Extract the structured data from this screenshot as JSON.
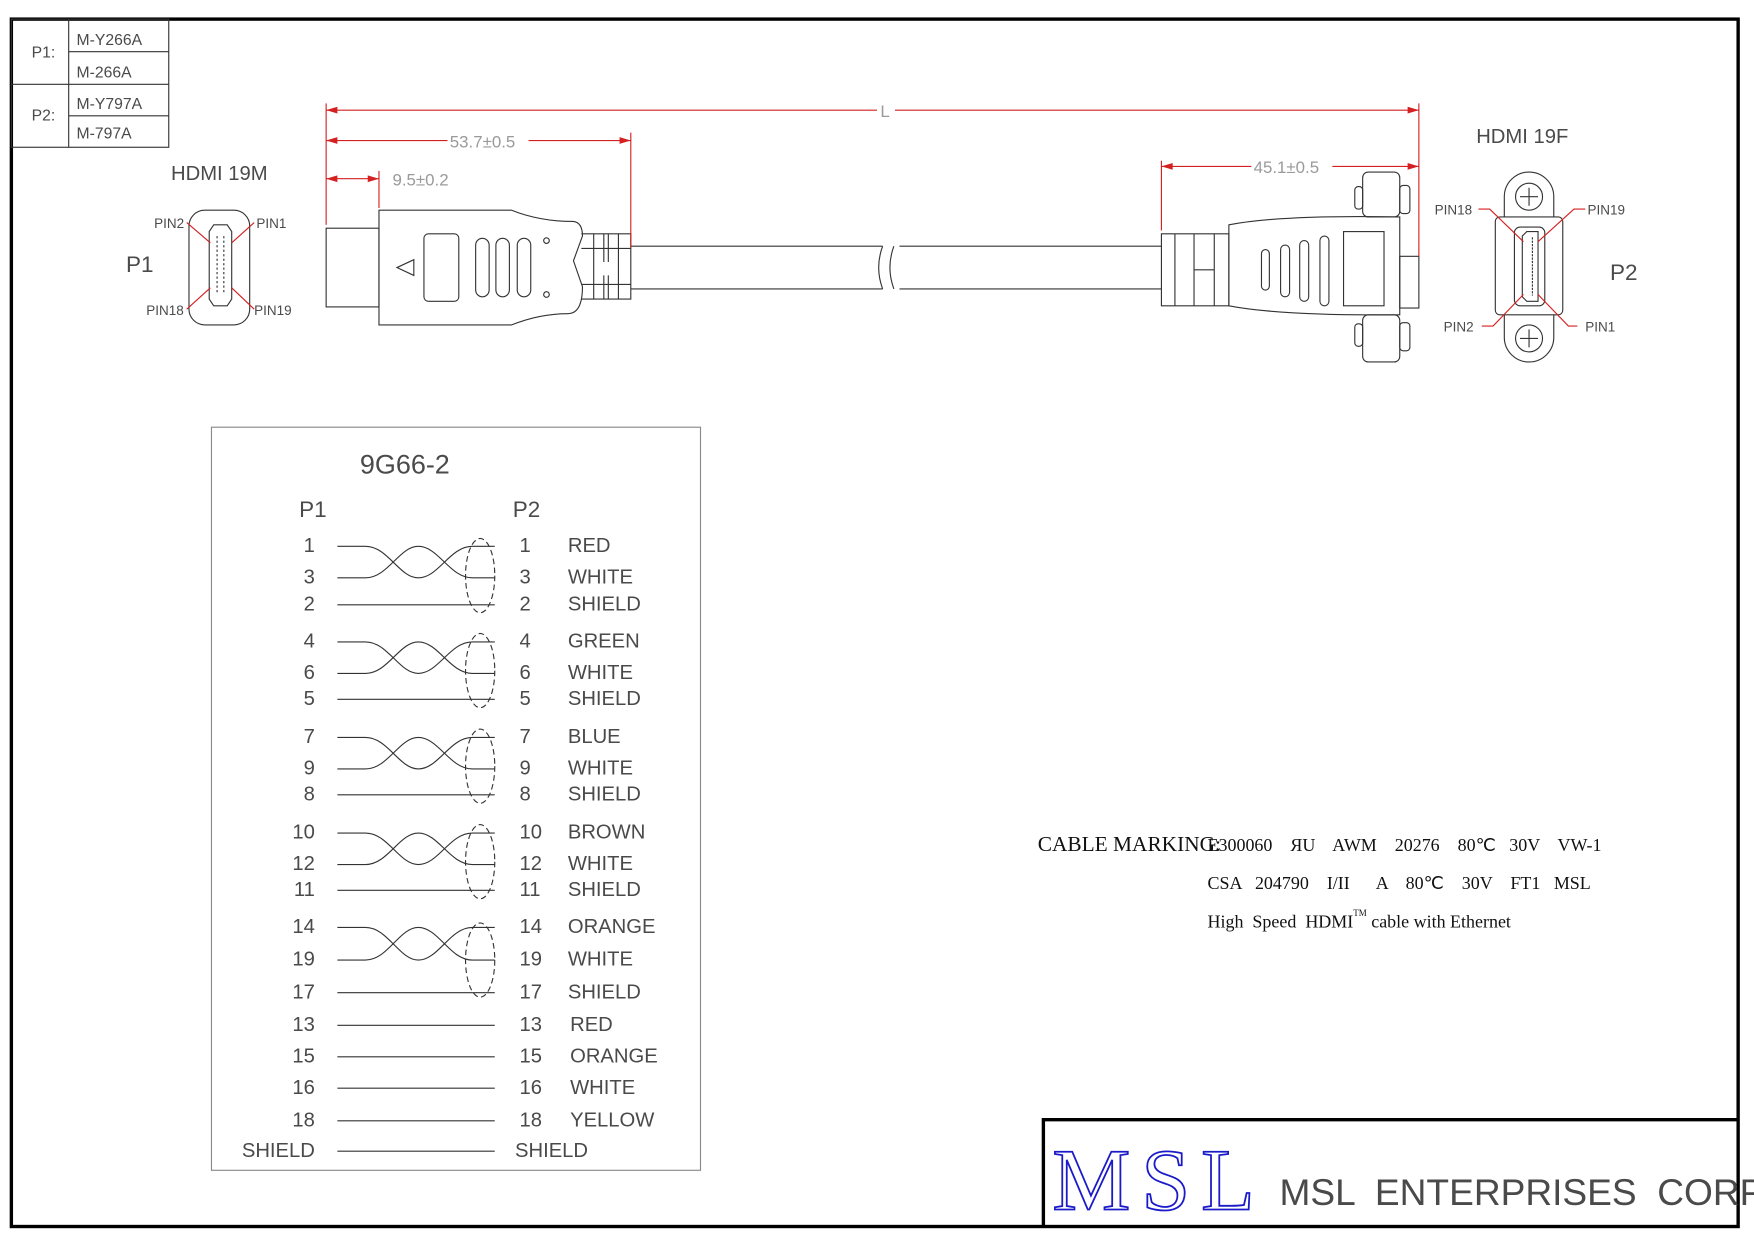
{
  "parts_table": [
    {
      "label": "P1:",
      "parts": [
        "M-Y266A",
        "M-266A"
      ]
    },
    {
      "label": "P2:",
      "parts": [
        "M-Y797A",
        "M-797A"
      ]
    }
  ],
  "connectors": {
    "p1": {
      "title": "HDMI 19M",
      "label": "P1",
      "pin_top_left": "PIN2",
      "pin_top_right": "PIN1",
      "pin_bottom_left": "PIN18",
      "pin_bottom_right": "PIN19"
    },
    "p2": {
      "title": "HDMI 19F",
      "label": "P2",
      "pin_top_left": "PIN18",
      "pin_top_right": "PIN19",
      "pin_bottom_left": "PIN2",
      "pin_bottom_right": "PIN1"
    }
  },
  "dimensions": {
    "overall": "L",
    "p1_length": "53.7±0.5",
    "p1_tip": "9.5±0.2",
    "p2_length": "45.1±0.5"
  },
  "wiring": {
    "title": "9G66-2",
    "p1_header": "P1",
    "p2_header": "P2",
    "pairs": [
      [
        {
          "p1": "1",
          "p2": "1",
          "color": "RED"
        },
        {
          "p1": "3",
          "p2": "3",
          "color": "WHITE"
        },
        {
          "p1": "2",
          "p2": "2",
          "color": "SHIELD"
        }
      ],
      [
        {
          "p1": "4",
          "p2": "4",
          "color": "GREEN"
        },
        {
          "p1": "6",
          "p2": "6",
          "color": "WHITE"
        },
        {
          "p1": "5",
          "p2": "5",
          "color": "SHIELD"
        }
      ],
      [
        {
          "p1": "7",
          "p2": "7",
          "color": "BLUE"
        },
        {
          "p1": "9",
          "p2": "9",
          "color": "WHITE"
        },
        {
          "p1": "8",
          "p2": "8",
          "color": "SHIELD"
        }
      ],
      [
        {
          "p1": "10",
          "p2": "10",
          "color": "BROWN"
        },
        {
          "p1": "12",
          "p2": "12",
          "color": "WHITE"
        },
        {
          "p1": "11",
          "p2": "11",
          "color": "SHIELD"
        }
      ],
      [
        {
          "p1": "14",
          "p2": "14",
          "color": "ORANGE"
        },
        {
          "p1": "19",
          "p2": "19",
          "color": "WHITE"
        },
        {
          "p1": "17",
          "p2": "17",
          "color": "SHIELD"
        }
      ]
    ],
    "singles": [
      {
        "p1": "13",
        "p2": "13",
        "color": "RED"
      },
      {
        "p1": "15",
        "p2": "15",
        "color": "ORANGE"
      },
      {
        "p1": "16",
        "p2": "16",
        "color": "WHITE"
      },
      {
        "p1": "18",
        "p2": "18",
        "color": "YELLOW"
      },
      {
        "p1": "SHIELD",
        "p2": "SHIELD",
        "color": ""
      }
    ]
  },
  "cable_marking": {
    "label": "CABLE MARKING:",
    "line1": "E300060    ЯU    AWM    20276    80℃   30V    VW-1",
    "line2": "CSA   204790    I/II      A    80℃    30V    FT1   MSL",
    "line3_a": "High  Speed  HDMI",
    "line3_tm": "TM",
    "line3_b": " cable with Ethernet"
  },
  "title_block": {
    "logo": "MSL",
    "company": "MSL  ENTERPRISES  CORP."
  },
  "colors": {
    "dimension": "#d42020",
    "logo": "#1a1ac8",
    "line": "#333333"
  }
}
